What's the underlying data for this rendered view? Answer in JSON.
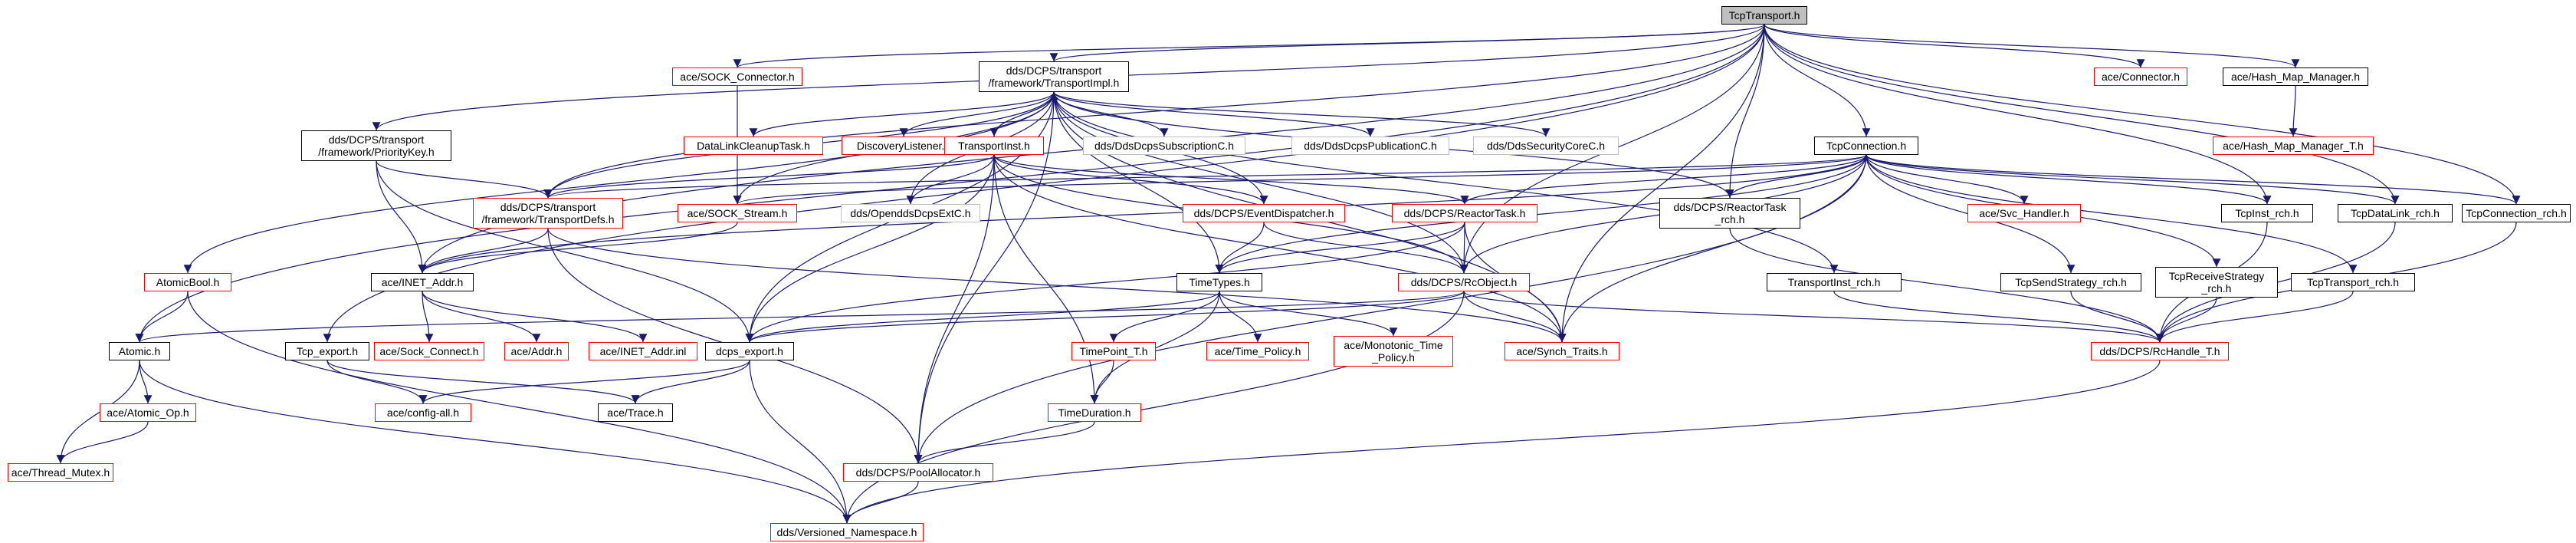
{
  "colors": {
    "edge": "#191970",
    "normal_border": "#000000",
    "missing_border": "#ff0000",
    "undocumented_border": "#bfbfbf",
    "root_fill": "#bfbfbf"
  },
  "nodes": [
    {
      "id": "tcptransport",
      "lines": [
        "TcpTransport.h"
      ],
      "kind": "root"
    },
    {
      "id": "transportimpl",
      "lines": [
        "dds/DCPS/transport",
        "/framework/TransportImpl.h"
      ],
      "kind": "normal"
    },
    {
      "id": "sockconnector",
      "lines": [
        "ace/SOCK_Connector.h"
      ],
      "kind": "missing"
    },
    {
      "id": "connector",
      "lines": [
        "ace/Connector.h"
      ],
      "kind": "missing"
    },
    {
      "id": "hashmapmanager",
      "lines": [
        "ace/Hash_Map_Manager.h"
      ],
      "kind": "normal"
    },
    {
      "id": "hashmapmanagert",
      "lines": [
        "ace/Hash_Map_Manager_T.h"
      ],
      "kind": "missing"
    },
    {
      "id": "prioritykey",
      "lines": [
        "dds/DCPS/transport",
        "/framework/PriorityKey.h"
      ],
      "kind": "normal"
    },
    {
      "id": "datalinkcleanup",
      "lines": [
        "DataLinkCleanupTask.h"
      ],
      "kind": "missing"
    },
    {
      "id": "discoverylistener",
      "lines": [
        "DiscoveryListener.h"
      ],
      "kind": "missing"
    },
    {
      "id": "subscriptionc",
      "lines": [
        "dds/DdsDcpsSubscriptionC.h"
      ],
      "kind": "grey"
    },
    {
      "id": "publicationc",
      "lines": [
        "dds/DdsDcpsPublicationC.h"
      ],
      "kind": "grey"
    },
    {
      "id": "securitycorec",
      "lines": [
        "dds/DdsSecurityCoreC.h"
      ],
      "kind": "grey"
    },
    {
      "id": "tcpconnection",
      "lines": [
        "TcpConnection.h"
      ],
      "kind": "normal"
    },
    {
      "id": "transportinst",
      "lines": [
        "TransportInst.h"
      ],
      "kind": "missing"
    },
    {
      "id": "transportdefs",
      "lines": [
        "dds/DCPS/transport",
        "/framework/TransportDefs.h"
      ],
      "kind": "missing"
    },
    {
      "id": "sockstream",
      "lines": [
        "ace/SOCK_Stream.h"
      ],
      "kind": "missing"
    },
    {
      "id": "opendds",
      "lines": [
        "dds/OpenddsDcpsExtC.h"
      ],
      "kind": "grey"
    },
    {
      "id": "eventdispatcher",
      "lines": [
        "dds/DCPS/EventDispatcher.h"
      ],
      "kind": "missing"
    },
    {
      "id": "reactortask",
      "lines": [
        "dds/DCPS/ReactorTask.h"
      ],
      "kind": "missing"
    },
    {
      "id": "reactortaskrch",
      "lines": [
        "dds/DCPS/ReactorTask",
        "_rch.h"
      ],
      "kind": "normal"
    },
    {
      "id": "svchandler",
      "lines": [
        "ace/Svc_Handler.h"
      ],
      "kind": "missing"
    },
    {
      "id": "tcpinstrch",
      "lines": [
        "TcpInst_rch.h"
      ],
      "kind": "normal"
    },
    {
      "id": "tcpdatalinkrch",
      "lines": [
        "TcpDataLink_rch.h"
      ],
      "kind": "normal"
    },
    {
      "id": "tcpconnectionrch",
      "lines": [
        "TcpConnection_rch.h"
      ],
      "kind": "normal"
    },
    {
      "id": "atomicbool",
      "lines": [
        "AtomicBool.h"
      ],
      "kind": "missing"
    },
    {
      "id": "inetaddr",
      "lines": [
        "ace/INET_Addr.h"
      ],
      "kind": "normal"
    },
    {
      "id": "timetypes",
      "lines": [
        "TimeTypes.h"
      ],
      "kind": "normal"
    },
    {
      "id": "rcobject",
      "lines": [
        "dds/DCPS/RcObject.h"
      ],
      "kind": "missing"
    },
    {
      "id": "transportinstrch",
      "lines": [
        "TransportInst_rch.h"
      ],
      "kind": "normal"
    },
    {
      "id": "tcpsendstrategy",
      "lines": [
        "TcpSendStrategy_rch.h"
      ],
      "kind": "normal"
    },
    {
      "id": "tcpreceivestrategy",
      "lines": [
        "TcpReceiveStrategy",
        "_rch.h"
      ],
      "kind": "normal"
    },
    {
      "id": "tcptransportrch",
      "lines": [
        "TcpTransport_rch.h"
      ],
      "kind": "normal"
    },
    {
      "id": "atomic",
      "lines": [
        "Atomic.h"
      ],
      "kind": "normal"
    },
    {
      "id": "tcpexport",
      "lines": [
        "Tcp_export.h"
      ],
      "kind": "normal"
    },
    {
      "id": "sockconnect",
      "lines": [
        "ace/Sock_Connect.h"
      ],
      "kind": "missing"
    },
    {
      "id": "addr",
      "lines": [
        "ace/Addr.h"
      ],
      "kind": "missing"
    },
    {
      "id": "inetaddrinl",
      "lines": [
        "ace/INET_Addr.inl"
      ],
      "kind": "missing"
    },
    {
      "id": "ddsexport",
      "lines": [
        "dcps_export.h"
      ],
      "kind": "normal"
    },
    {
      "id": "timepoint",
      "lines": [
        "TimePoint_T.h"
      ],
      "kind": "missing"
    },
    {
      "id": "timepolicy",
      "lines": [
        "ace/Time_Policy.h"
      ],
      "kind": "missing"
    },
    {
      "id": "monotonic",
      "lines": [
        "ace/Monotonic_Time",
        "_Policy.h"
      ],
      "kind": "missing"
    },
    {
      "id": "synchtraits",
      "lines": [
        "ace/Synch_Traits.h"
      ],
      "kind": "missing"
    },
    {
      "id": "rchandlet",
      "lines": [
        "dds/DCPS/RcHandle_T.h"
      ],
      "kind": "missing"
    },
    {
      "id": "atomicop",
      "lines": [
        "ace/Atomic_Op.h"
      ],
      "kind": "missing"
    },
    {
      "id": "configall",
      "lines": [
        "ace/config-all.h"
      ],
      "kind": "missing"
    },
    {
      "id": "trace",
      "lines": [
        "ace/Trace.h"
      ],
      "kind": "normal"
    },
    {
      "id": "timeduration",
      "lines": [
        "TimeDuration.h"
      ],
      "kind": "missing"
    },
    {
      "id": "threadmutex",
      "lines": [
        "ace/Thread_Mutex.h"
      ],
      "kind": "missing"
    },
    {
      "id": "poolallocator",
      "lines": [
        "dds/DCPS/PoolAllocator.h"
      ],
      "kind": "missing"
    },
    {
      "id": "versioned",
      "lines": [
        "dds/Versioned_Namespace.h"
      ],
      "kind": "missing"
    }
  ],
  "edges": [
    [
      "tcptransport",
      "transportimpl"
    ],
    [
      "tcptransport",
      "sockconnector"
    ],
    [
      "tcptransport",
      "connector"
    ],
    [
      "tcptransport",
      "hashmapmanager"
    ],
    [
      "tcptransport",
      "prioritykey"
    ],
    [
      "tcptransport",
      "tcpconnection"
    ],
    [
      "tcptransport",
      "atomic"
    ],
    [
      "tcptransport",
      "tcpexport"
    ],
    [
      "tcptransport",
      "inetaddr"
    ],
    [
      "tcptransport",
      "tcpinstrch"
    ],
    [
      "tcptransport",
      "tcpdatalinkrch"
    ],
    [
      "tcptransport",
      "tcpconnectionrch"
    ],
    [
      "tcptransport",
      "reactortaskrch"
    ],
    [
      "tcptransport",
      "synchtraits"
    ],
    [
      "tcptransport",
      "rcobject"
    ],
    [
      "tcptransport",
      "transportdefs"
    ],
    [
      "hashmapmanager",
      "hashmapmanagert"
    ],
    [
      "transportimpl",
      "datalinkcleanup"
    ],
    [
      "transportimpl",
      "discoverylistener"
    ],
    [
      "transportimpl",
      "subscriptionc"
    ],
    [
      "transportimpl",
      "publicationc"
    ],
    [
      "transportimpl",
      "securitycorec"
    ],
    [
      "transportimpl",
      "transportinst"
    ],
    [
      "transportimpl",
      "transportdefs"
    ],
    [
      "transportimpl",
      "opendds"
    ],
    [
      "transportimpl",
      "eventdispatcher"
    ],
    [
      "transportimpl",
      "reactortaskrch"
    ],
    [
      "transportimpl",
      "rcobject"
    ],
    [
      "transportimpl",
      "atomicbool"
    ],
    [
      "transportimpl",
      "timetypes"
    ],
    [
      "transportimpl",
      "transportinstrch"
    ],
    [
      "transportimpl",
      "ddsexport"
    ],
    [
      "transportimpl",
      "synchtraits"
    ],
    [
      "transportimpl",
      "poolallocator"
    ],
    [
      "transportimpl",
      "sockstream"
    ],
    [
      "sockconnector",
      "sockstream"
    ],
    [
      "prioritykey",
      "transportdefs"
    ],
    [
      "prioritykey",
      "inetaddr"
    ],
    [
      "prioritykey",
      "ddsexport"
    ],
    [
      "tcpconnection",
      "transportdefs"
    ],
    [
      "tcpconnection",
      "sockstream"
    ],
    [
      "tcpconnection",
      "reactortask"
    ],
    [
      "tcpconnection",
      "reactortaskrch"
    ],
    [
      "tcpconnection",
      "svchandler"
    ],
    [
      "tcpconnection",
      "tcpinstrch"
    ],
    [
      "tcpconnection",
      "tcpdatalinkrch"
    ],
    [
      "tcpconnection",
      "tcpconnectionrch"
    ],
    [
      "tcpconnection",
      "tcpsendstrategy"
    ],
    [
      "tcpconnection",
      "tcpreceivestrategy"
    ],
    [
      "tcpconnection",
      "tcptransportrch"
    ],
    [
      "tcpconnection",
      "inetaddr"
    ],
    [
      "tcpconnection",
      "timetypes"
    ],
    [
      "tcpconnection",
      "rcobject"
    ],
    [
      "tcpconnection",
      "synchtraits"
    ],
    [
      "tcpconnection",
      "poolallocator"
    ],
    [
      "transportinst",
      "transportimpl"
    ],
    [
      "transportinst",
      "transportdefs"
    ],
    [
      "transportinst",
      "opendds"
    ],
    [
      "transportinst",
      "eventdispatcher"
    ],
    [
      "transportinst",
      "reactortask"
    ],
    [
      "transportinst",
      "rcobject"
    ],
    [
      "transportinst",
      "timeduration"
    ],
    [
      "transportinst",
      "ddsexport"
    ],
    [
      "transportinst",
      "poolallocator"
    ],
    [
      "transportinst",
      "synchtraits"
    ],
    [
      "transportdefs",
      "inetaddr"
    ],
    [
      "transportdefs",
      "poolallocator"
    ],
    [
      "transportdefs",
      "synchtraits"
    ],
    [
      "sockstream",
      "inetaddr"
    ],
    [
      "eventdispatcher",
      "timetypes"
    ],
    [
      "eventdispatcher",
      "rcobject"
    ],
    [
      "reactortask",
      "timetypes"
    ],
    [
      "reactortask",
      "rcobject"
    ],
    [
      "reactortask",
      "synchtraits"
    ],
    [
      "reactortask",
      "ddsexport"
    ],
    [
      "reactortaskrch",
      "rchandlet"
    ],
    [
      "tcpinstrch",
      "rchandlet"
    ],
    [
      "tcpdatalinkrch",
      "rchandlet"
    ],
    [
      "tcpconnectionrch",
      "rchandlet"
    ],
    [
      "atomicbool",
      "atomic"
    ],
    [
      "atomicbool",
      "versioned"
    ],
    [
      "inetaddr",
      "sockconnect"
    ],
    [
      "inetaddr",
      "addr"
    ],
    [
      "inetaddr",
      "inetaddrinl"
    ],
    [
      "timetypes",
      "timepoint"
    ],
    [
      "timetypes",
      "timepolicy"
    ],
    [
      "timetypes",
      "monotonic"
    ],
    [
      "timetypes",
      "timeduration"
    ],
    [
      "timetypes",
      "ddsexport"
    ],
    [
      "rcobject",
      "atomic"
    ],
    [
      "rcobject",
      "ddsexport"
    ],
    [
      "rcobject",
      "synchtraits"
    ],
    [
      "rcobject",
      "rchandlet"
    ],
    [
      "rcobject",
      "versioned"
    ],
    [
      "transportinstrch",
      "rchandlet"
    ],
    [
      "tcpsendstrategy",
      "rchandlet"
    ],
    [
      "tcpreceivestrategy",
      "rchandlet"
    ],
    [
      "tcptransportrch",
      "rchandlet"
    ],
    [
      "atomic",
      "atomicop"
    ],
    [
      "atomic",
      "threadmutex"
    ],
    [
      "atomic",
      "versioned"
    ],
    [
      "tcpexport",
      "configall"
    ],
    [
      "tcpexport",
      "trace"
    ],
    [
      "ddsexport",
      "configall"
    ],
    [
      "ddsexport",
      "trace"
    ],
    [
      "ddsexport",
      "versioned"
    ],
    [
      "timepoint",
      "timeduration"
    ],
    [
      "rchandlet",
      "versioned"
    ],
    [
      "atomicop",
      "threadmutex"
    ],
    [
      "timeduration",
      "poolallocator"
    ],
    [
      "poolallocator",
      "versioned"
    ]
  ]
}
